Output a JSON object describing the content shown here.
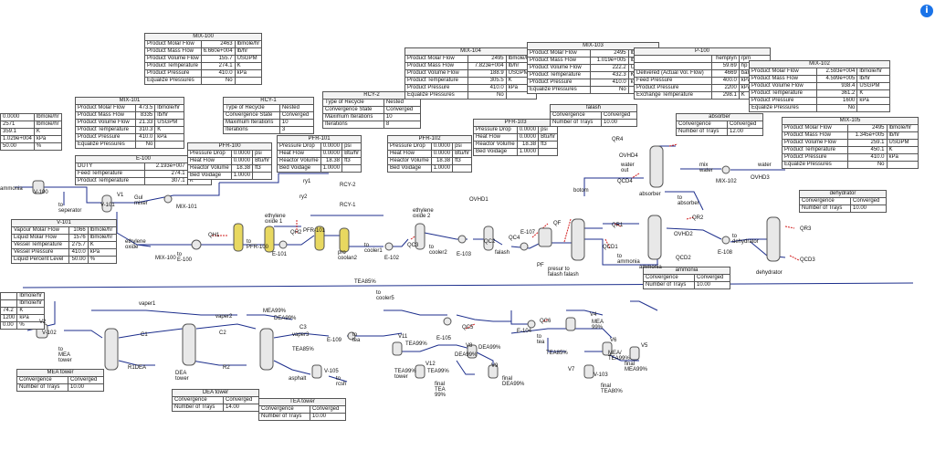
{
  "colors": {
    "stream": "#1c2e8c",
    "energy": "#d22020",
    "equipment": "#555555",
    "accent": "#1a73e8"
  },
  "info_icon": "i",
  "tables": [
    {
      "id": "mix100",
      "title": "MIX-100",
      "rows": [
        [
          "Product Molar Flow",
          "2463",
          "lbmole/hr"
        ],
        [
          "Product Mass Flow",
          "6.660e+004",
          "lb/hr"
        ],
        [
          "Product Volume Flow",
          "155.7",
          "USGPM"
        ],
        [
          "Product Temperature",
          "274.1",
          "K"
        ],
        [
          "Product Pressure",
          "410.0",
          "kPa"
        ],
        [
          "Equalize Pressures",
          "No",
          ""
        ]
      ]
    },
    {
      "id": "mix101",
      "title": "MIX-101",
      "rows": [
        [
          "Product Molar Flow",
          "473.5",
          "lbmole/hr"
        ],
        [
          "Product Mass Flow",
          "8335",
          "lb/hr"
        ],
        [
          "Product Volume Flow",
          "21.33",
          "USGPM"
        ],
        [
          "Product Temperature",
          "310.3",
          "K"
        ],
        [
          "Product Pressure",
          "410.0",
          "kPa"
        ],
        [
          "Equalize Pressures",
          "No",
          ""
        ]
      ]
    },
    {
      "id": "left_partial",
      "title": "",
      "rows": [
        [
          "0.0000",
          "lbmole/hr"
        ],
        [
          "2571",
          "lbmole/hr"
        ],
        [
          "359.1",
          "K"
        ],
        [
          "1.029e+004",
          "kPa"
        ],
        [
          "50.00",
          "%"
        ]
      ]
    },
    {
      "id": "e100",
      "title": "E-100",
      "rows": [
        [
          "DUTY",
          "2.193e+007",
          "Btu/hr"
        ],
        [
          "Feed Temperature",
          "274.1",
          "K"
        ],
        [
          "Product Temperature",
          "307.1",
          "K"
        ]
      ]
    },
    {
      "id": "pfr100",
      "title": "PFR-100",
      "rows": [
        [
          "Pressure Drop",
          "0.0000",
          "psi"
        ],
        [
          "Heat Flow",
          "0.0000",
          "Btu/hr"
        ],
        [
          "Reactor Volume",
          "18.38",
          "ft3"
        ],
        [
          "Bed Voidage",
          "1.0000",
          ""
        ]
      ]
    },
    {
      "id": "rcy1",
      "title": "RCY-1",
      "rows": [
        [
          "Type of Recycle",
          "Nested"
        ],
        [
          "Convergence State",
          "Converged"
        ],
        [
          "Maximum Iterations",
          "10"
        ],
        [
          "Iterations",
          "3"
        ]
      ]
    },
    {
      "id": "rcy2",
      "title": "RCY-2",
      "rows": [
        [
          "Type of Recycle",
          "Nested"
        ],
        [
          "Convergence State",
          "Converged"
        ],
        [
          "Maximum Iterations",
          "10"
        ],
        [
          "Iterations",
          "8"
        ]
      ]
    },
    {
      "id": "pfr101",
      "title": "PFR-101",
      "rows": [
        [
          "Pressure Drop",
          "0.0000",
          "psi"
        ],
        [
          "Heat Flow",
          "0.0000",
          "Btu/hr"
        ],
        [
          "Reactor Volume",
          "18.38",
          "ft3"
        ],
        [
          "Bed Voidage",
          "1.0000",
          ""
        ]
      ]
    },
    {
      "id": "pfr102",
      "title": "PFR-102",
      "rows": [
        [
          "Pressure Drop",
          "0.0000",
          "psi"
        ],
        [
          "Heat Flow",
          "0.0000",
          "Btu/hr"
        ],
        [
          "Reactor Volume",
          "18.38",
          "ft3"
        ],
        [
          "Bed Voidage",
          "1.0000",
          ""
        ]
      ]
    },
    {
      "id": "pfr103",
      "title": "PFR-103",
      "rows": [
        [
          "Pressure Drop",
          "0.0000",
          "psi"
        ],
        [
          "Heat Flow",
          "0.0000",
          "Btu/hr"
        ],
        [
          "Reactor Volume",
          "18.38",
          "ft3"
        ],
        [
          "Bed Voidage",
          "1.0000",
          ""
        ]
      ]
    },
    {
      "id": "mix104",
      "title": "MIX-104",
      "rows": [
        [
          "Product Molar Flow",
          "2495",
          "lbmole/hr"
        ],
        [
          "Product Mass Flow",
          "7.823e+004",
          "lb/hr"
        ],
        [
          "Product Volume Flow",
          "188.9",
          "USGPM"
        ],
        [
          "Product Temperature",
          "305.5",
          "K"
        ],
        [
          "Product Pressure",
          "410.0",
          "kPa"
        ],
        [
          "Equalize Pressures",
          "No",
          ""
        ]
      ]
    },
    {
      "id": "mix103",
      "title": "MIX-103",
      "rows": [
        [
          "Product Molar Flow",
          "2495",
          "lbmole/hr"
        ],
        [
          "Product Mass Flow",
          "1.019e+005",
          "lb/hr"
        ],
        [
          "Product Volume Flow",
          "222.2",
          "USGPM"
        ],
        [
          "Product Temperature",
          "432.3",
          "K"
        ],
        [
          "Product Pressure",
          "410.0",
          "kPa"
        ],
        [
          "Equalize Pressures",
          "No",
          ""
        ]
      ]
    },
    {
      "id": "p100",
      "title": "P-100",
      "rows": [
        [
          "",
          "hemplyn",
          "rpm"
        ],
        [
          "",
          "59.69",
          "hp"
        ],
        [
          "Delivered (Actual Vol. Flow)",
          "4669",
          "barrel/day"
        ],
        [
          "Feed Pressure",
          "400.0",
          "kPa"
        ],
        [
          "Product Pressure",
          "2200",
          "kPa"
        ],
        [
          "Exchange Temperature",
          "298.1",
          "K"
        ]
      ]
    },
    {
      "id": "mix102",
      "title": "MIX-102",
      "rows": [
        [
          "Product Molar Flow",
          "2.593e+004",
          "lbmole/hr"
        ],
        [
          "Product Mass Flow",
          "4.599e+005",
          "lb/hr"
        ],
        [
          "Product Volume Flow",
          "938.4",
          "USGPM"
        ],
        [
          "Product Temperature",
          "361.2",
          "K"
        ],
        [
          "Product Pressure",
          "1600",
          "kPa"
        ],
        [
          "Equalize Pressures",
          "No",
          ""
        ]
      ]
    },
    {
      "id": "mix105",
      "title": "MIX-105",
      "rows": [
        [
          "Product Molar Flow",
          "2495",
          "lbmole/hr"
        ],
        [
          "Product Mass Flow",
          "1.345e+005",
          "lb/hr"
        ],
        [
          "Product Volume Flow",
          "259.1",
          "USGPM"
        ],
        [
          "Product Temperature",
          "450.1",
          "K"
        ],
        [
          "Product Pressure",
          "410.0",
          "kPa"
        ],
        [
          "Equalize Pressures",
          "No",
          ""
        ]
      ]
    },
    {
      "id": "falash",
      "title": "falash",
      "rows": [
        [
          "Convergence",
          "Converged"
        ],
        [
          "Number of Trays",
          "10.00"
        ]
      ]
    },
    {
      "id": "absorber",
      "title": "absorber",
      "rows": [
        [
          "Convergence",
          "Converged"
        ],
        [
          "Number of Trays",
          "12.00"
        ]
      ]
    },
    {
      "id": "v101",
      "title": "V-101",
      "rows": [
        [
          "Vapour Molar Flow",
          "1066",
          "lbmole/hr"
        ],
        [
          "Liquid Molar Flow",
          "1576",
          "lbmole/hr"
        ],
        [
          "Vessel Temperature",
          "275.7",
          "K"
        ],
        [
          "Vessel Pressure",
          "410.0",
          "kPa"
        ],
        [
          "Liquid Percent Level",
          "50.00",
          "%"
        ]
      ]
    },
    {
      "id": "dehydrator",
      "title": "dehydrator",
      "rows": [
        [
          "Convergence",
          "Converged"
        ],
        [
          "Number of Trays",
          "10.00"
        ]
      ]
    },
    {
      "id": "ammonia",
      "title": "ammonia",
      "rows": [
        [
          "Convergence",
          "Converged"
        ],
        [
          "Number of Trays",
          "10.00"
        ]
      ]
    },
    {
      "id": "left_partial2",
      "title": "",
      "rows": [
        [
          "",
          "lbmole/hr"
        ],
        [
          "",
          "lbmole/hr"
        ],
        [
          "74.2",
          "K"
        ],
        [
          "1200",
          "kPa"
        ],
        [
          "0.00",
          "%"
        ]
      ]
    },
    {
      "id": "meatower",
      "title": "MEA tower",
      "rows": [
        [
          "Convergence",
          "Converged"
        ],
        [
          "Number of Trays",
          "10.00"
        ]
      ]
    },
    {
      "id": "deatower",
      "title": "DEA tower",
      "rows": [
        [
          "Convergence",
          "Converged"
        ],
        [
          "Number of Trays",
          "14.00"
        ]
      ]
    },
    {
      "id": "teatower",
      "title": "TEA tower",
      "rows": [
        [
          "Convergence",
          "Converged"
        ],
        [
          "Number of Trays",
          "10.00"
        ]
      ]
    }
  ],
  "labels": {
    "ammonia_feed": "ammonia",
    "v100": "V-100",
    "to_seperator": "to\nseperator",
    "v101": "V-101",
    "gul_mixer": "Gul\nmixer",
    "mix101": "MIX-101",
    "v1": "V1",
    "ry2": "ry2",
    "rcy2": "RCY-2",
    "ry1": "ry1",
    "rcy1": "RCY-1",
    "ovhd1": "OVHD1",
    "ethylene_oxide": "ethylene\noxide",
    "mix100": "MIX-100",
    "to_e100": "to\nE-100",
    "qh1": "QH1",
    "qh2": "QH2",
    "to_pfr100": "to\nPFR-100",
    "ethylene_oxide1": "ethylene\noxide 1",
    "e101": "E-101",
    "pfr101": "PFR-101",
    "ethylene_oxide2": "ethylene\noxide 2",
    "to_cooler1": "to\ncooler1",
    "pro_coolan2": "pro\ncoolan2",
    "qc3": "QC3",
    "qc2": "QC2",
    "e102": "E-102",
    "to_cooler2": "to\ncooler2",
    "e103": "E-103",
    "qc4": "QC4",
    "falash": "falash",
    "e107": "E-107",
    "qf": "QF",
    "pf": "PF",
    "presur_to_falash": "presur to\nfalash falash",
    "qcd1": "QCD1",
    "qr1": "QR1",
    "to_ammonia": "to\nammonia",
    "ammonia_col": "ammonia",
    "qr4": "QR4",
    "ovhd4": "OVHD4",
    "water_out": "water\nout",
    "qcd4": "QCD4",
    "botom": "botom",
    "absorber": "absorber",
    "mix_water": "mix\nwater",
    "to_absorber": "to\nabsorber",
    "mix102": "MIX-102",
    "water": "water",
    "ovhd3": "OVHD3",
    "qr2": "QR2",
    "ovhd2": "OVHD2",
    "e108": "E-108",
    "to_dehydrator": "to\ndehydrator",
    "qr3": "QR3",
    "dehydrator": "dehydrator",
    "qcd3": "QCD3",
    "qcd2": "QCD2",
    "tea85": "TEA85%",
    "to_cooler5": "to\ncooler5",
    "vaper1": "vaper1",
    "vaper2": "vaper2",
    "mea99": "MEA99%",
    "qc5": "QC5",
    "qc6": "QC6",
    "v2": "V2",
    "v102": "V-102",
    "to_mea_tower": "to\nMEA\ntower",
    "c1": "C1",
    "r1dea": "R1DEA",
    "dea_tower": "DEA\ntower",
    "c2": "C2",
    "r2": "R2",
    "dea99": "DEA99%",
    "c3": "C3",
    "vaper3": "vaper3",
    "tea85b": "TEA85%",
    "asphalt": "asphalt",
    "e109": "E-109",
    "to_tea": "to\ntea",
    "v11": "V11",
    "tea99": "TEA99%",
    "tea99_tower": "TEA99%\ntower",
    "v105": "V-105",
    "to_rcsh": "to\nrcsh",
    "v8": "V8",
    "dea99b": "DEA99%",
    "v12": "V12",
    "tea99b": "TEA99%",
    "final_tea": "final\nTEA\n99%",
    "v9": "V9",
    "final_dea": "final\nDEA99%",
    "e104": "E-104",
    "to_tea2": "to\ntea",
    "tea85c": "TEA85%",
    "e105": "E-105",
    "dea99c": "DEA99%",
    "v4": "V4",
    "mea99b": "MEA\n99%",
    "v6": "V6",
    "v5": "V5",
    "final_mea": "final\nMEA99%",
    "v7": "V7",
    "v103": "V-103",
    "final_tea2": "final\nTEA80%",
    "mea_tea": "MEA/\nTEA99%"
  }
}
